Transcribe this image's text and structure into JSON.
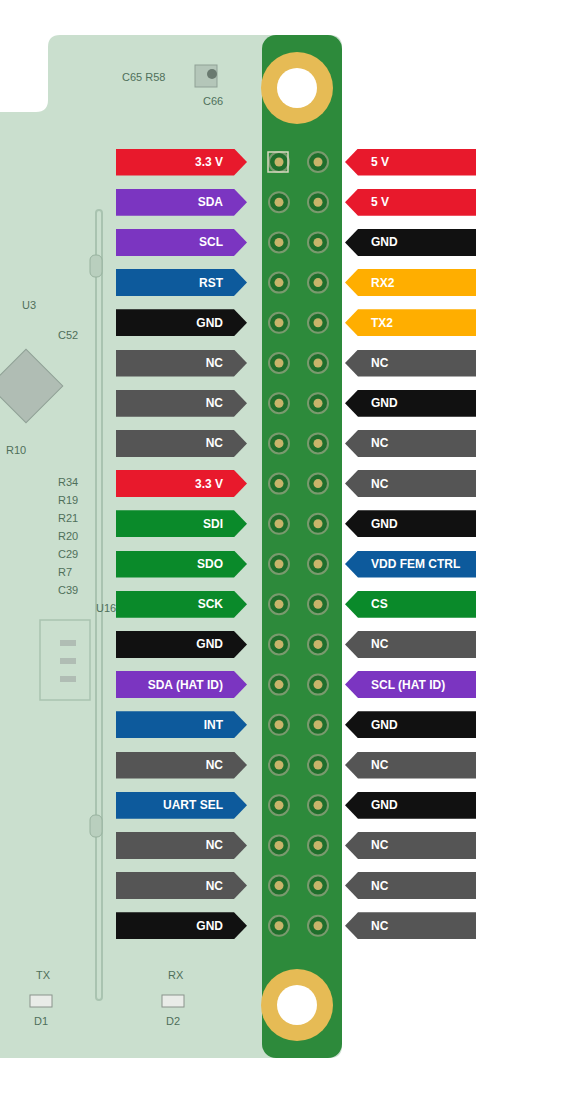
{
  "diagram": {
    "labels": [
      "3.3 V",
      "5 V",
      "SDA",
      "5 V",
      "SCL",
      "GND",
      "RST",
      "RX2",
      "GND",
      "TX2",
      "NC",
      "NC",
      "NC",
      "GND",
      "NC",
      "NC",
      "3.3 V",
      "NC",
      "SDI",
      "GND",
      "SDO",
      "VDD FEM CTRL",
      "SCK",
      "CS",
      "GND",
      "NC",
      "SDA (HAT ID)",
      "SCL (HAT ID)",
      "INT",
      "GND",
      "NC",
      "NC",
      "UART SEL",
      "GND",
      "NC",
      "NC",
      "NC",
      "NC",
      "GND",
      "NC",
      "C65 R58",
      "C66",
      "U3",
      "C52",
      "R10",
      "R34",
      "R19",
      "R21",
      "R20",
      "C29",
      "R7",
      "C39",
      "U16",
      "TX",
      "RX",
      "D1",
      "D2"
    ]
  }
}
